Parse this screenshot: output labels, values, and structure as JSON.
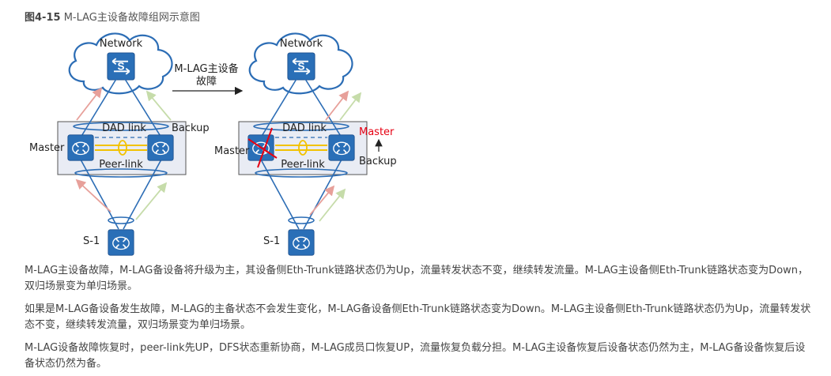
{
  "caption": {
    "number": "图4-15",
    "title": "M-LAG主设备故障组网示意图"
  },
  "diagram": {
    "left": {
      "network_label": "Network",
      "dad_label": "DAD link",
      "peer_label": "Peer-link",
      "master_label": "Master",
      "backup_label": "Backup",
      "s1_label": "S-1"
    },
    "transition": {
      "line1": "M-LAG主设备",
      "line2": "故障"
    },
    "right": {
      "network_label": "Network",
      "dad_label": "DAD link",
      "peer_label": "Peer-link",
      "master_label": "Master",
      "new_master_label": "Master",
      "backup_label": "Backup",
      "s1_label": "S-1"
    },
    "colors": {
      "device_blue": "#2a6fb7",
      "link_blue": "#2c6db5",
      "peer_link_yellow": "#f2c200",
      "up_arrow_red": "#e7a09a",
      "up_arrow_green": "#c6dcaa",
      "fault_red": "#e60012",
      "panel_fill": "#e9ecf4"
    },
    "icons": [
      "cloud-icon",
      "router-icon",
      "switch-icon",
      "arrow-icon",
      "fault-cross-icon"
    ]
  },
  "paragraphs": [
    "M-LAG主设备故障，M-LAG备设备将升级为主，其设备侧Eth-Trunk链路状态仍为Up，流量转发状态不变，继续转发流量。M-LAG主设备侧Eth-Trunk链路状态变为Down，双归场景变为单归场景。",
    "如果是M-LAG备设备发生故障，M-LAG的主备状态不会发生变化，M-LAG备设备侧Eth-Trunk链路状态变为Down。M-LAG主设备侧Eth-Trunk链路状态仍为Up，流量转发状态不变，继续转发流量，双归场景变为单归场景。",
    "M-LAG设备故障恢复时，peer-link先UP，DFS状态重新协商，M-LAG成员口恢复UP，流量恢复负载分担。M-LAG主设备恢复后设备状态仍然为主，M-LAG备设备恢复后设备状态仍然为备。"
  ]
}
